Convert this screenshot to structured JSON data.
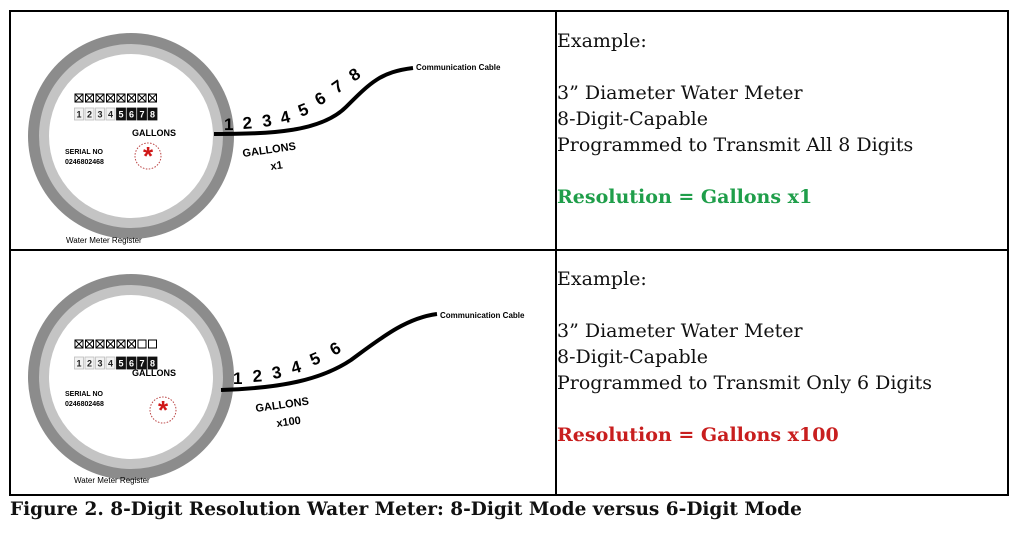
{
  "rows": [
    {
      "meter": {
        "digit_boxes": [
          "1",
          "2",
          "3",
          "4",
          "5",
          "6",
          "7",
          "8"
        ],
        "gallons_label": "GALLONS",
        "serial_label": "SERIAL NO",
        "serial_number": "0246802468",
        "register_label": "Water Meter Register",
        "cable_label": "Communication Cable",
        "cable_digits": [
          "1",
          "2",
          "3",
          "4",
          "5",
          "6",
          "7",
          "8"
        ],
        "cable_gallons": "GALLONS",
        "cable_multiplier": "x1"
      },
      "example_label": "Example:",
      "lines": [
        "3” Diameter Water Meter",
        "8-Digit-Capable",
        "Programmed to Transmit All 8 Digits"
      ],
      "resolution": "Resolution = Gallons x1",
      "resolution_color": "#1f9e4a"
    },
    {
      "meter": {
        "digit_boxes": [
          "1",
          "2",
          "3",
          "4",
          "5",
          "6",
          "7",
          "8"
        ],
        "gallons_label": "GALLONS",
        "serial_label": "SERIAL NO",
        "serial_number": "0246802468",
        "register_label": "Water Meter Register",
        "cable_label": "Communication Cable",
        "cable_digits": [
          "1",
          "2",
          "3",
          "4",
          "5",
          "6"
        ],
        "cable_gallons": "GALLONS",
        "cable_multiplier": "x100"
      },
      "example_label": "Example:",
      "lines": [
        "3” Diameter Water Meter",
        "8-Digit-Capable",
        "Programmed to Transmit Only 6 Digits"
      ],
      "resolution": "Resolution = Gallons x100",
      "resolution_color": "#c81e1e"
    }
  ],
  "caption": "Figure 2.  8-Digit Resolution Water Meter:  8-Digit Mode versus 6-Digit Mode"
}
